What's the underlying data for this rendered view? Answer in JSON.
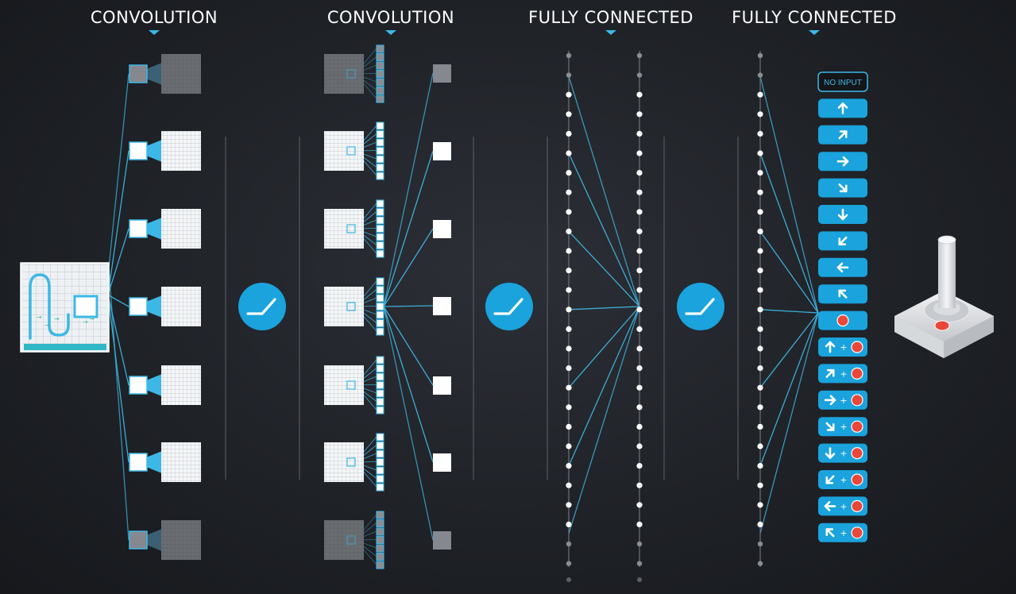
{
  "headers": [
    "CONVOLUTION",
    "CONVOLUTION",
    "FULLY CONNECTED",
    "FULLY CONNECTED"
  ],
  "actions": [
    {
      "kind": "text",
      "label": "NO INPUT"
    },
    {
      "kind": "arrow",
      "dir": "up",
      "fire": false
    },
    {
      "kind": "arrow",
      "dir": "up-right",
      "fire": false
    },
    {
      "kind": "arrow",
      "dir": "right",
      "fire": false
    },
    {
      "kind": "arrow",
      "dir": "down-right",
      "fire": false
    },
    {
      "kind": "arrow",
      "dir": "down",
      "fire": false
    },
    {
      "kind": "arrow",
      "dir": "down-left",
      "fire": false
    },
    {
      "kind": "arrow",
      "dir": "left",
      "fire": false
    },
    {
      "kind": "arrow",
      "dir": "up-left",
      "fire": false
    },
    {
      "kind": "fire",
      "fire": true
    },
    {
      "kind": "arrow",
      "dir": "up",
      "fire": true,
      "plus": "+"
    },
    {
      "kind": "arrow",
      "dir": "up-right",
      "fire": true,
      "plus": "+"
    },
    {
      "kind": "arrow",
      "dir": "right",
      "fire": true,
      "plus": "+"
    },
    {
      "kind": "arrow",
      "dir": "down-right",
      "fire": true,
      "plus": "+"
    },
    {
      "kind": "arrow",
      "dir": "down",
      "fire": true,
      "plus": "+"
    },
    {
      "kind": "arrow",
      "dir": "down-left",
      "fire": true,
      "plus": "+"
    },
    {
      "kind": "arrow",
      "dir": "left",
      "fire": true,
      "plus": "+"
    },
    {
      "kind": "arrow",
      "dir": "up-left",
      "fire": true,
      "plus": "+"
    }
  ],
  "icons": {
    "activation": "relu-activation-icon",
    "input": "game-frame-input-icon",
    "output": "joystick-icon"
  },
  "colors": {
    "accent": "#3db8e6",
    "button": "#1aa3dc",
    "fire": "#e8473a",
    "line": "#3fb4e0",
    "background": "#1f2227"
  }
}
